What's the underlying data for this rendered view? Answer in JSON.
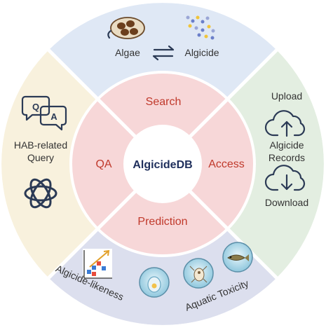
{
  "center": {
    "label": "AlgicideDB"
  },
  "inner_ring": {
    "search": "Search",
    "access": "Access",
    "prediction": "Prediction",
    "qa": "QA"
  },
  "outer_ring": {
    "top": {
      "left_label": "Algae",
      "right_label": "Algicide"
    },
    "right": {
      "upload": "Upload",
      "records": [
        "Algicide",
        "Records"
      ],
      "download": "Download"
    },
    "bottom": {
      "left_label": "Algicide-likeness",
      "right_label": "Aquatic Toxicity"
    },
    "left": {
      "label": [
        "HAB-related",
        "Query"
      ]
    }
  },
  "colors": {
    "top_sector": "#dfe8f5",
    "right_sector": "#e3eee1",
    "bottom_sector": "#dcdfee",
    "left_sector": "#f8f1dd",
    "inner_ring": "#f7d7d8",
    "inner_text": "#c0392b",
    "center_text": "#1f2f5c",
    "icon": "#2b3a55"
  },
  "icons": [
    "algae-icon",
    "algicide-molecules-icon",
    "exchange-arrows-icon",
    "cloud-upload-icon",
    "cloud-download-icon",
    "qa-chat-icon",
    "openai-logo-icon",
    "scatter-chart-icon",
    "cell-dish-icon",
    "shrimp-dish-icon",
    "fish-dish-icon"
  ]
}
